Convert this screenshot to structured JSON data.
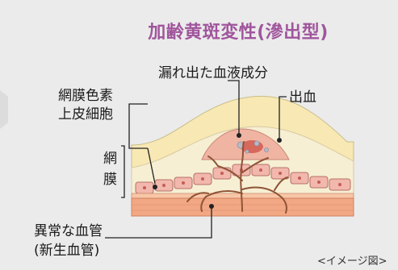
{
  "title": "加齢黄斑変性(滲出型)",
  "labels": {
    "leaked_fluid": "漏れ出た血液成分",
    "bleeding": "出血",
    "rpe_line1": "網膜色素",
    "rpe_line2": "上皮細胞",
    "retina_line1": "網",
    "retina_line2": "膜",
    "vessels_line1": "異常な血管",
    "vessels_line2": "(新生血管)"
  },
  "note": "<イメージ図>",
  "colors": {
    "title": "#a0559c",
    "background": "#ebebeb",
    "outer_layer": "#f7e8b4",
    "retina_layer": "#f6efd4",
    "rpe_cells": "#f2b7ad",
    "choroid": "#f2a884",
    "vessels": "#8f5336",
    "leader_lines": "#222222"
  }
}
